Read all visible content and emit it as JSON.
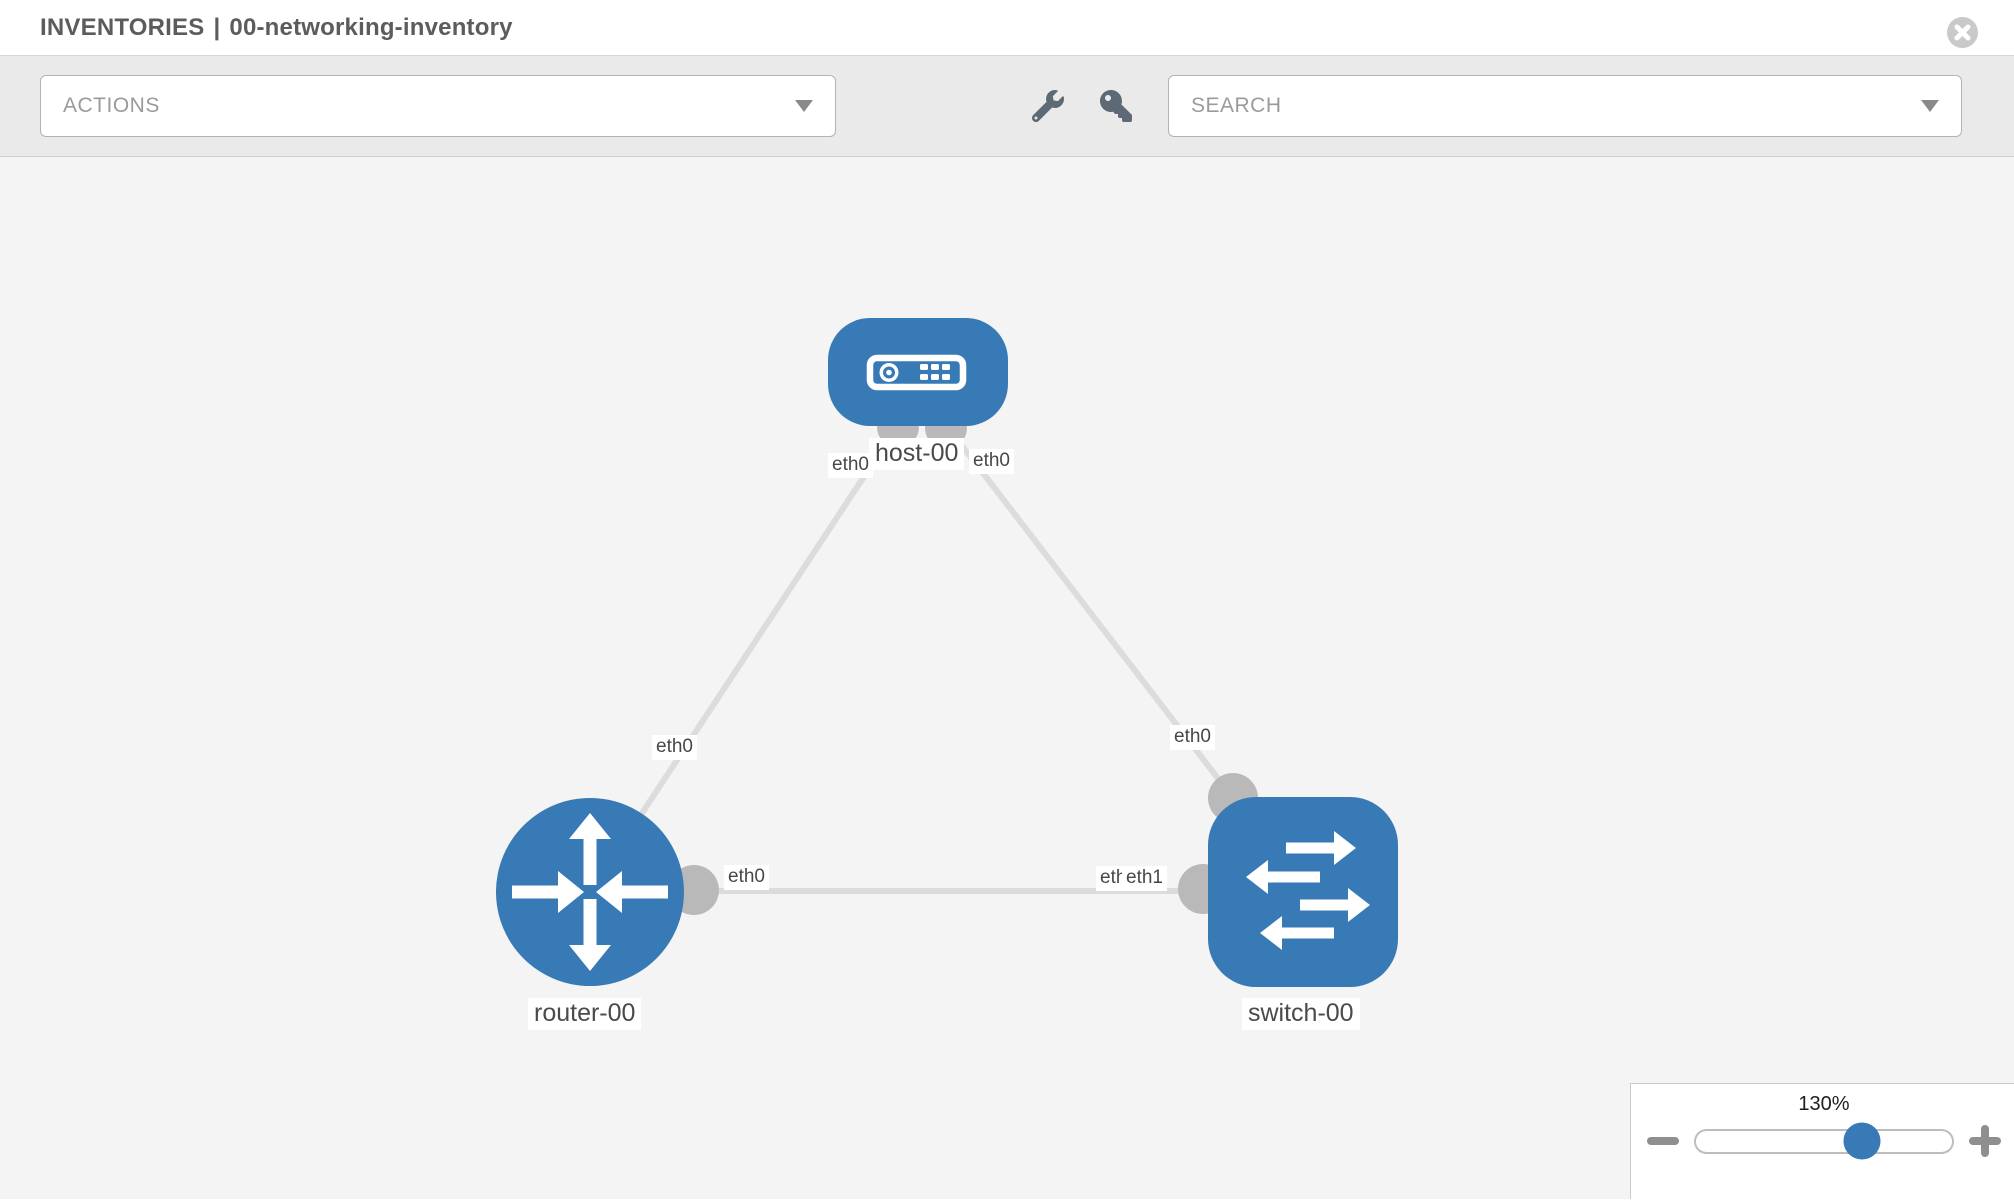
{
  "header": {
    "section": "INVENTORIES",
    "separator": "|",
    "item": "00-networking-inventory"
  },
  "toolbar": {
    "actions": {
      "label": "ACTIONS"
    },
    "search": {
      "placeholder": "SEARCH",
      "value": ""
    },
    "icons": [
      "wrench-icon",
      "key-icon"
    ]
  },
  "canvas": {
    "nodes": [
      {
        "id": "host-00",
        "type": "host",
        "label": "host-00"
      },
      {
        "id": "router-00",
        "type": "router",
        "label": "router-00"
      },
      {
        "id": "switch-00",
        "type": "switch",
        "label": "switch-00"
      }
    ],
    "links": [
      {
        "from": "host-00",
        "to": "router-00",
        "from_if": "eth0",
        "to_if": "eth0"
      },
      {
        "from": "host-00",
        "to": "switch-00",
        "from_if": "eth0",
        "to_if": "eth0"
      },
      {
        "from": "router-00",
        "to": "switch-00",
        "from_if": "eth0",
        "to_if": "eth1"
      }
    ],
    "interface_labels": {
      "host_left": "eth0",
      "host_right": "eth0",
      "router_uplink": "eth0",
      "switch_uplink": "eth0",
      "router_right": "eth0",
      "switch_left_back": "eth0",
      "switch_left_front": "eth1"
    }
  },
  "zoom_control": {
    "level": "130%",
    "percent": 65
  },
  "colors": {
    "node_blue": "#387ab5",
    "port_gray": "#b9b9b9",
    "link_gray": "#dcdcdc",
    "canvas_bg": "#f4f4f4",
    "toolbar_bg": "#eaeaea"
  }
}
